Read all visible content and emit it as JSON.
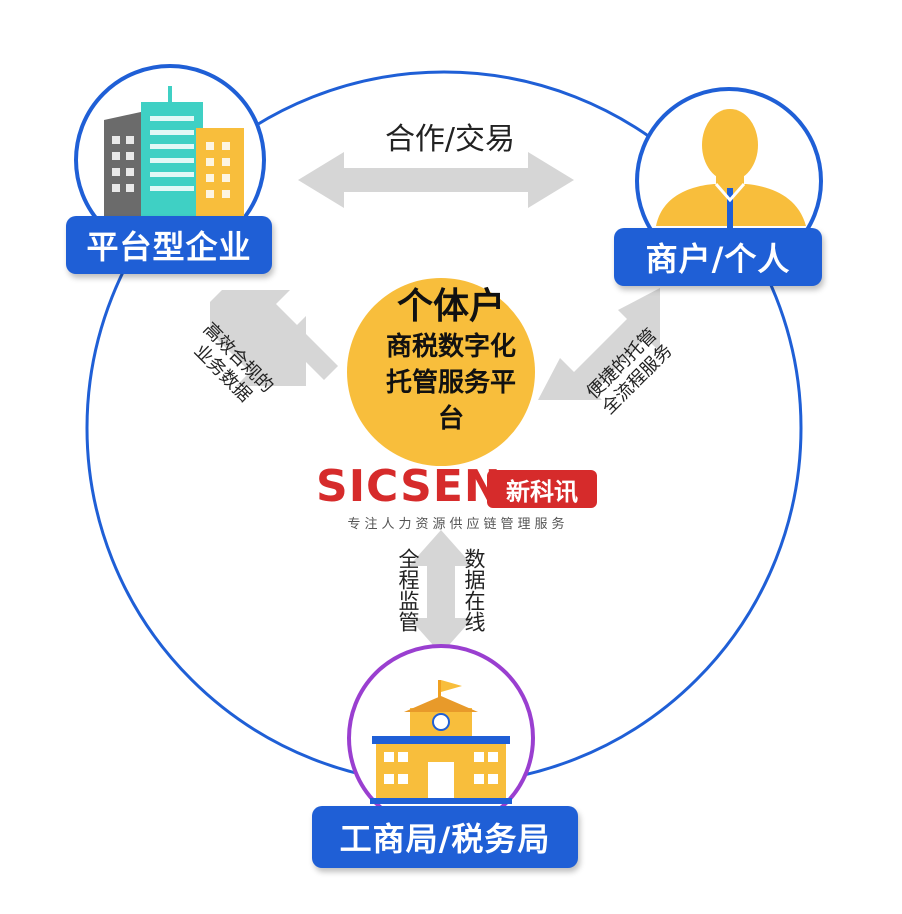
{
  "nodes": {
    "platform": {
      "label": "平台型企业"
    },
    "merchant": {
      "label": "商户/个人"
    },
    "tax": {
      "label": "工商局/税务局"
    }
  },
  "center": {
    "title": "个体户",
    "line1": "商税数字化",
    "line2": "托管服务平",
    "line3": "台"
  },
  "edges": {
    "top": "合作/交易",
    "left_line1": "高效合规的",
    "left_line2": "业务数据",
    "right_line1": "便捷的托管",
    "right_line2": "全流程服务",
    "bottom_left": "全程监管",
    "bottom_right": "数据在线"
  },
  "brand": {
    "latin": "SICSEN",
    "tag": "新科讯",
    "slogan": "专注人力资源供应链管理服务"
  },
  "colors": {
    "ring": "#1F5FD6",
    "label_bg": "#1F5FD6",
    "arrow": "#D6D6D6",
    "center_fill": "#F8BE3C",
    "building_gray": "#6B6B6B",
    "building_teal": "#3FD0C4",
    "building_yellow": "#F8BE3C",
    "brand_red": "#D62B2B",
    "brand_gray": "#333333"
  },
  "icons": [
    "city-buildings-icon",
    "person-silhouette-icon",
    "government-building-icon"
  ]
}
